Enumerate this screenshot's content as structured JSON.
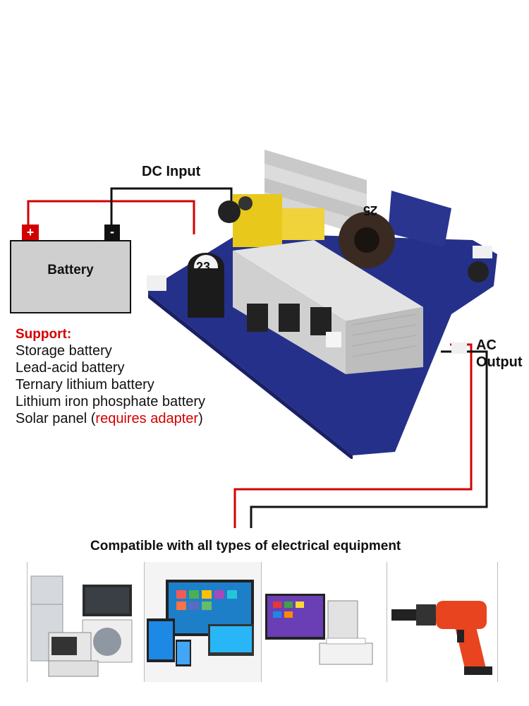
{
  "labels": {
    "dc_input": "DC Input",
    "battery": "Battery",
    "ac_line1": "AC",
    "ac_line2": "Output",
    "plus": "+",
    "minus": "-",
    "cap1": "23",
    "cap2": "25"
  },
  "support": {
    "title": "Support:",
    "items": [
      "Storage battery",
      "Lead-acid battery",
      "Ternary lithium battery",
      "Lithium iron phosphate battery"
    ],
    "solar_prefix": "Solar panel (",
    "solar_highlight": "requires adapter",
    "solar_suffix": ")"
  },
  "compatible_title": "Compatible with all types of electrical equipment",
  "colors": {
    "wire_red": "#d40000",
    "wire_black": "#111111",
    "pcb_blue": "#25308a",
    "battery_fill": "#cfcfcf"
  },
  "images": [
    {
      "icon": "home-appliances-image"
    },
    {
      "icon": "computers-tablets-image"
    },
    {
      "icon": "desktop-printer-image"
    },
    {
      "icon": "power-drill-image"
    }
  ]
}
